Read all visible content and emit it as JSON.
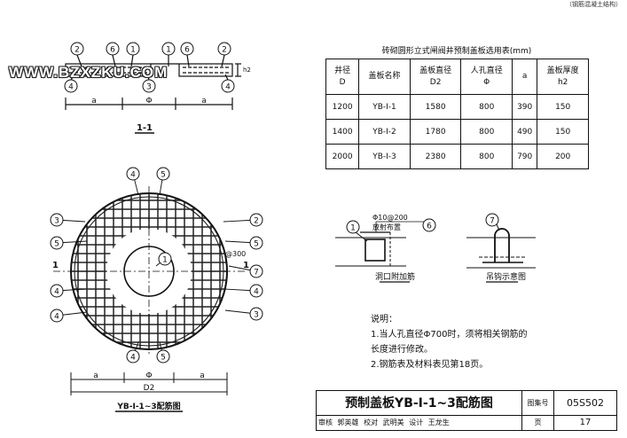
{
  "top_right": "（钢筋混凝土结构）",
  "watermark": "WWW.BZXZKU.COM",
  "section": {
    "title": "1-1",
    "labels": [
      "2",
      "6",
      "1",
      "1",
      "6",
      "2",
      "4",
      "3",
      "4"
    ],
    "dims": [
      "a",
      "Φ",
      "a"
    ],
    "h2": "h2"
  },
  "plan": {
    "title": "YB-Ⅰ-1~3配筋图",
    "left_labels": [
      "3",
      "5",
      "1",
      "4",
      "4"
    ],
    "right_labels": [
      "2",
      "5",
      "7",
      "4",
      "3"
    ],
    "top_labels": [
      "4",
      "5"
    ],
    "bottom_labels": [
      "4",
      "5"
    ],
    "center_label": "1",
    "axis": "1",
    "spacing": "@300",
    "dims": [
      "a",
      "Φ",
      "a"
    ],
    "d2": "D2"
  },
  "table": {
    "caption": "砖砌圆形立式闸阀井预制盖板选用表(mm)",
    "headers": [
      [
        "井径",
        "D"
      ],
      [
        "盖板名称",
        ""
      ],
      [
        "盖板直径",
        "D2"
      ],
      [
        "人孔直径",
        "Φ"
      ],
      [
        "a",
        ""
      ],
      [
        "盖板厚度",
        "h2"
      ]
    ],
    "rows": [
      [
        "1200",
        "YB-Ⅰ-1",
        "1580",
        "800",
        "390",
        "150"
      ],
      [
        "1400",
        "YB-Ⅰ-2",
        "1780",
        "800",
        "490",
        "150"
      ],
      [
        "2000",
        "YB-Ⅰ-3",
        "2380",
        "800",
        "790",
        "200"
      ]
    ]
  },
  "detail1": {
    "title": "洞口附加筋",
    "label1": "1",
    "label6": "6",
    "bar": "Φ10@200",
    "bar_note": "放射布置"
  },
  "detail2": {
    "title": "吊钩示意图",
    "label7": "7"
  },
  "notes": {
    "head": "说明：",
    "items": [
      "1.当人孔直径Φ700时，须将相关钢筋的",
      "   长度进行修改。",
      "2.钢筋表及材料表见第18页。"
    ]
  },
  "title_block": {
    "title": "预制盖板YB-Ⅰ-1~3配筋图",
    "atlas_label": "图集号",
    "atlas_no": "05S502",
    "review": "审核",
    "reviewer": "郭英雄",
    "check": "校对",
    "checker": "武明美",
    "design": "设计",
    "designer": "王龙生",
    "page_label": "页",
    "page_no": "17"
  }
}
